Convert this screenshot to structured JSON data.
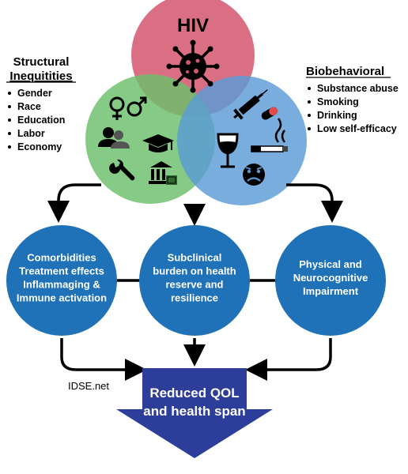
{
  "hiv": {
    "label": "HIV"
  },
  "structural": {
    "title_line1": "Structural",
    "title_line2": "Inequitities",
    "items": [
      "Gender",
      "Race",
      "Education",
      "Labor",
      "Economy"
    ]
  },
  "biobehavioral": {
    "title": "Biobehavioral",
    "items": [
      "Substance abuse",
      "Smoking",
      "Drinking",
      "Low self-efficacy"
    ]
  },
  "outcomes": {
    "left": [
      "Comorbidities",
      "Treatment effects",
      "Inflammaging &",
      "Immune activation"
    ],
    "middle": [
      "Subclinical",
      "burden on health",
      "reserve and",
      "resilience"
    ],
    "right": [
      "Physical and",
      "Neurocognitive",
      "Impairment"
    ]
  },
  "result": {
    "line1": "Reduced QOL",
    "line2": "and health span"
  },
  "credit": "IDSE.net",
  "colors": {
    "hiv_circle": "#d3566e",
    "structural_circle": "#6bbf6a",
    "biobehavioral_circle": "#5a9bd5",
    "outcome_circle": "#1f72b8",
    "result_arrow": "#2d3d9a"
  },
  "icons": {
    "hiv": [
      "virus-icon"
    ],
    "structural": [
      "gender-symbols-icon",
      "people-icon",
      "graduation-cap-icon",
      "wrench-icon",
      "bank-money-icon"
    ],
    "biobehavioral": [
      "syringe-pill-icon",
      "wine-glass-icon",
      "cigarette-icon",
      "sad-face-icon"
    ]
  }
}
